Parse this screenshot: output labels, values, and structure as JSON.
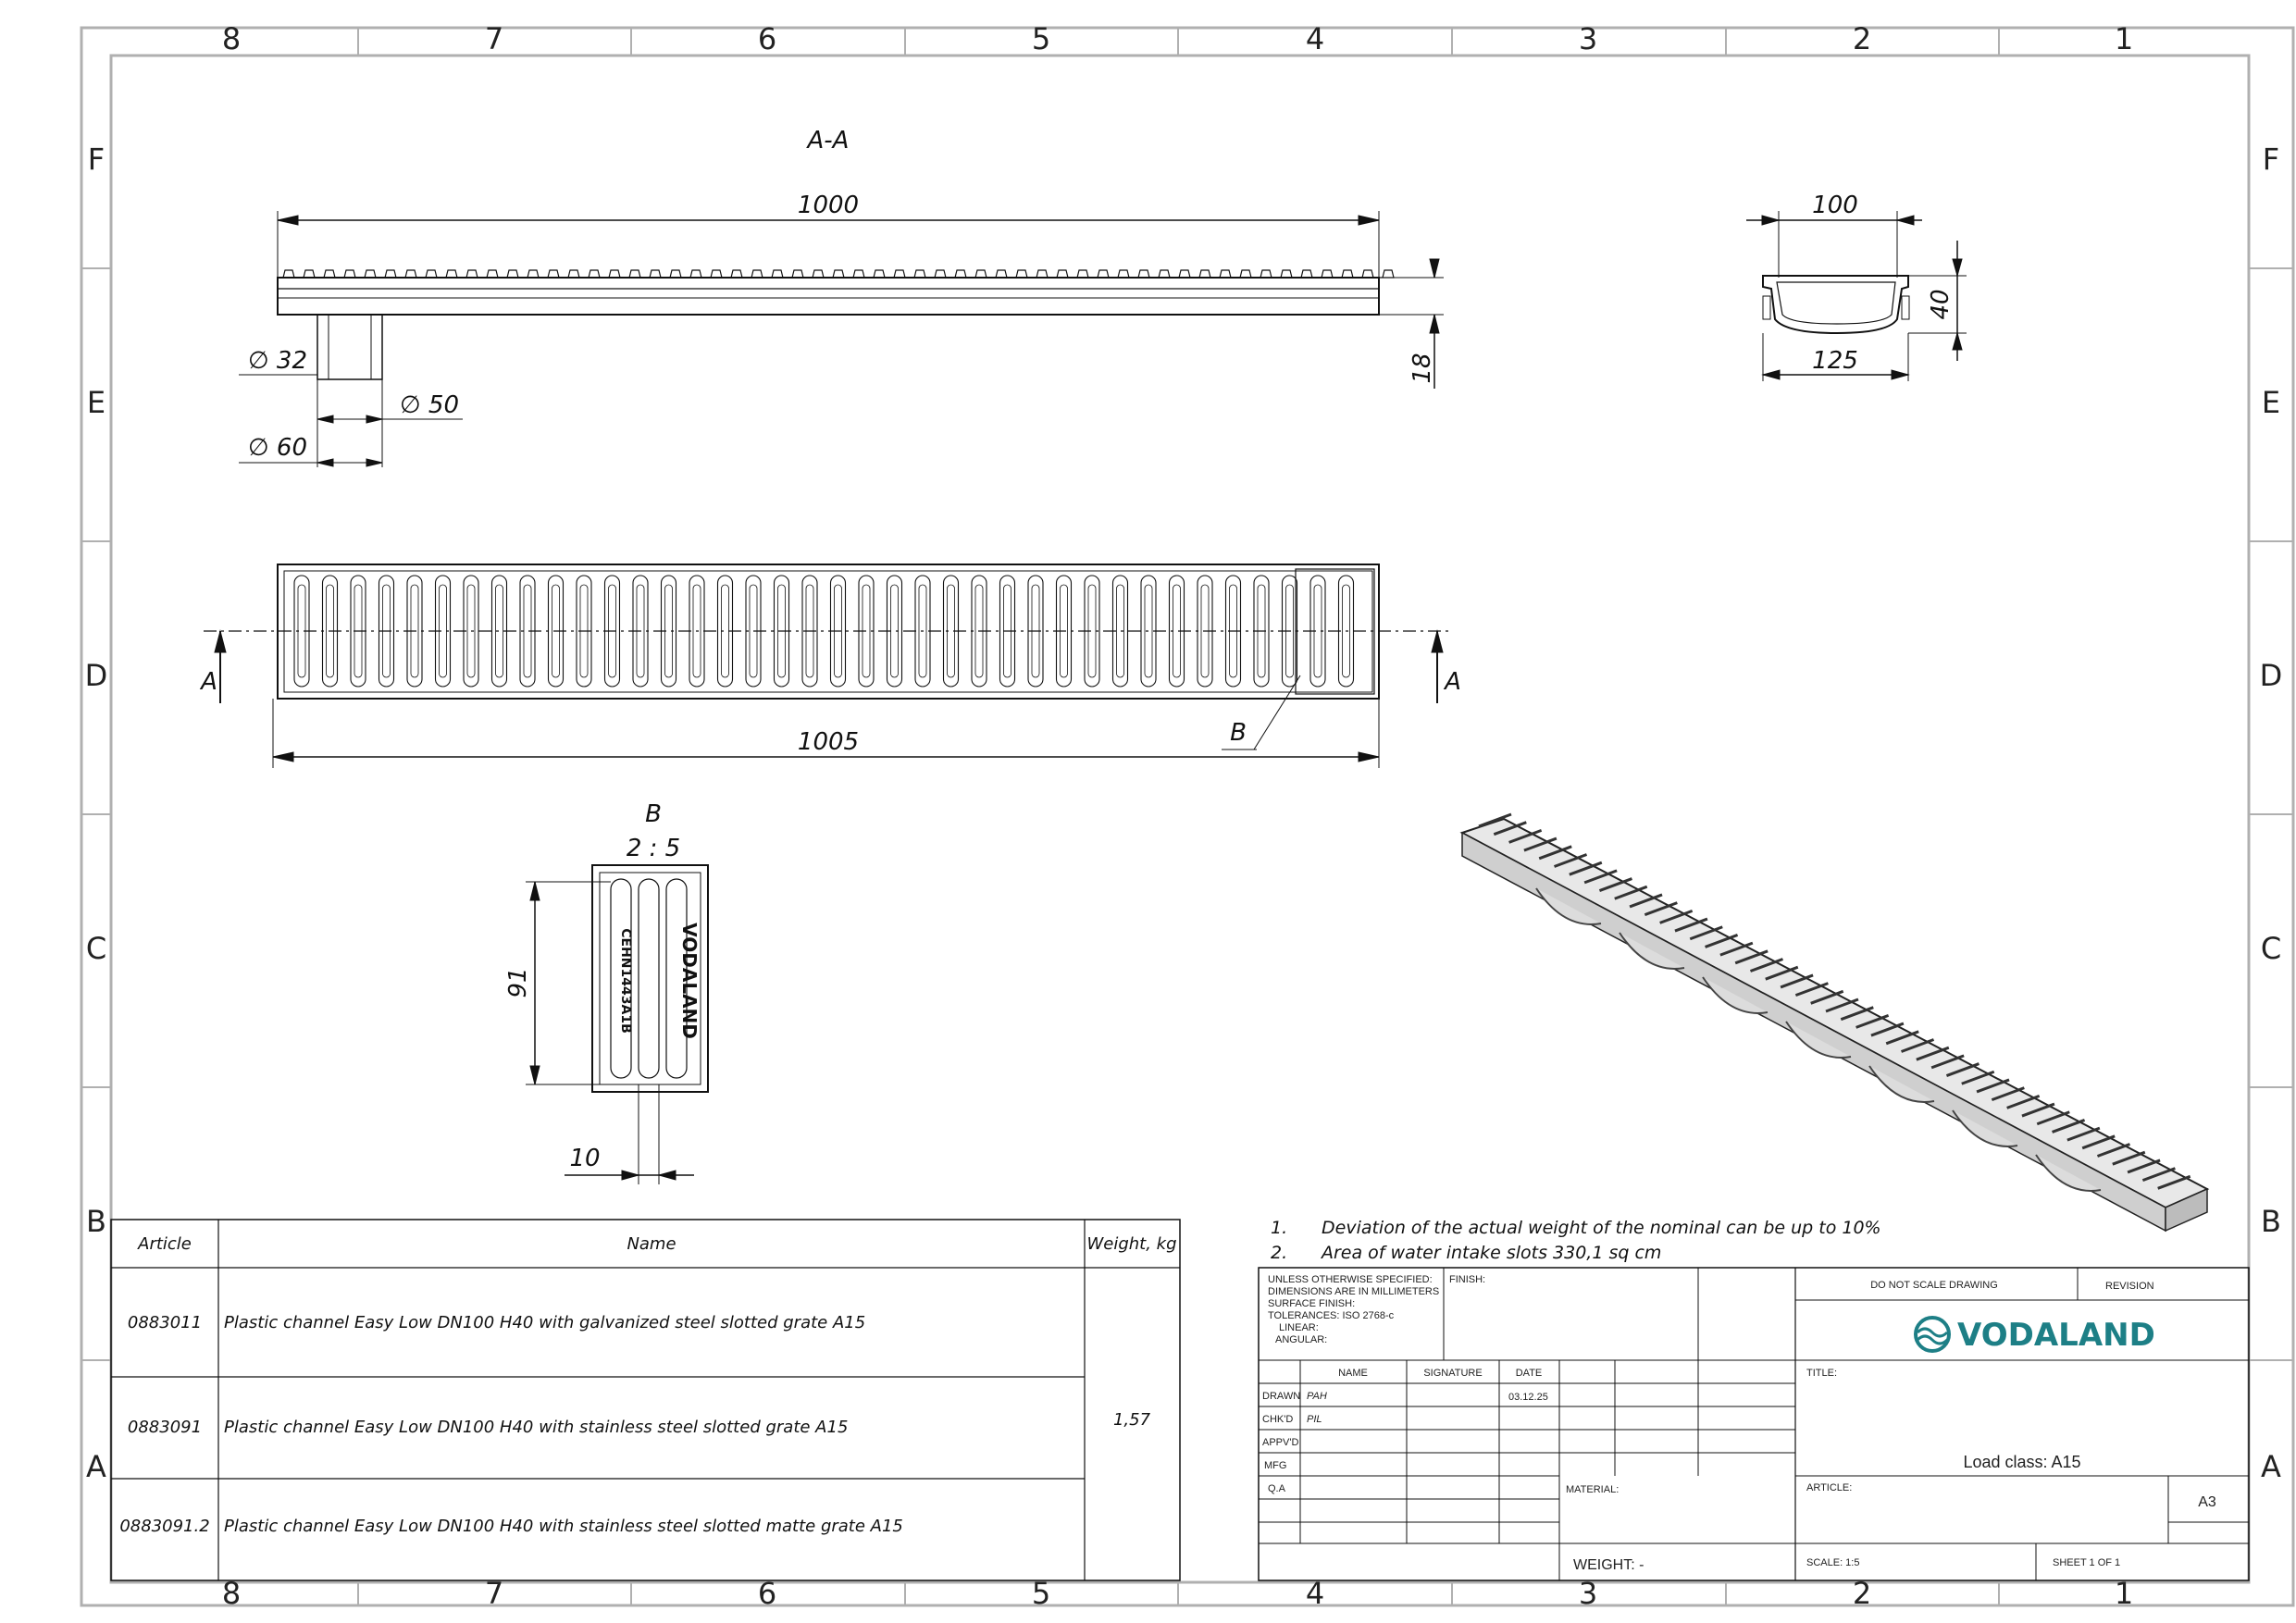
{
  "zones": {
    "columns": [
      "8",
      "7",
      "6",
      "5",
      "4",
      "3",
      "2",
      "1"
    ],
    "rows": [
      "F",
      "E",
      "D",
      "C",
      "B",
      "A"
    ]
  },
  "section_view": {
    "title": "A-A",
    "dim_length": "1000",
    "dim_height": "18",
    "dim_d32": "32",
    "dim_d50": "50",
    "dim_d60": "60"
  },
  "end_view": {
    "dim_top": "100",
    "dim_bottom": "125",
    "dim_height": "40"
  },
  "plan_view": {
    "dim_length": "1005",
    "section_marker": "A",
    "detail_marker": "B"
  },
  "detail_view": {
    "title": "B",
    "scale": "2 : 5",
    "dim_length": "91",
    "dim_slot": "10",
    "brand_text": "VODALAND",
    "code_text": "CEHN1443A1B"
  },
  "parts_table": {
    "headers": {
      "article": "Article",
      "name": "Name",
      "weight": "Weight, kg"
    },
    "rows": [
      {
        "article": "0883011",
        "name": "Plastic channel Easy Low DN100 H40 with galvanized steel slotted grate A15"
      },
      {
        "article": "0883091",
        "name": "Plastic channel Easy Low DN100 H40 with stainless steel slotted grate A15"
      },
      {
        "article": "0883091.2",
        "name": "Plastic channel Easy Low DN100 H40 with stainless steel slotted matte grate A15"
      }
    ],
    "weight": "1,57"
  },
  "notes": [
    {
      "num": "1.",
      "text": "Deviation of the actual weight of the nominal can be up to 10%"
    },
    {
      "num": "2.",
      "text": "Area of water intake slots 330,1 sq cm"
    }
  ],
  "title_block": {
    "spec_lines": [
      "UNLESS OTHERWISE SPECIFIED:",
      "DIMENSIONS ARE IN MILLIMETERS",
      "SURFACE FINISH:",
      "TOLERANCES: ISO 2768-c",
      "LINEAR:",
      "ANGULAR:"
    ],
    "finish_label": "FINISH:",
    "do_not_scale": "DO NOT SCALE DRAWING",
    "revision_label": "REVISION",
    "logo_text": "VODALAND",
    "col_name": "NAME",
    "col_signature": "SIGNATURE",
    "col_date": "DATE",
    "roles": [
      "DRAWN",
      "CHK'D",
      "APPV'D",
      "MFG",
      "Q.A"
    ],
    "drawn_name": "PAH",
    "drawn_date": "03.12.25",
    "chkd_name": "PIL",
    "title_label": "TITLE:",
    "title_value": "Load class: A15",
    "material_label": "MATERIAL:",
    "article_label": "ARTICLE:",
    "sheet_size": "A3",
    "weight_label": "WEIGHT: -",
    "scale_label": "SCALE: 1:5",
    "sheet_label": "SHEET 1 OF 1"
  },
  "colors": {
    "logo": "#1d7f86",
    "line": "#111111",
    "frame": "#b0b0b0"
  }
}
